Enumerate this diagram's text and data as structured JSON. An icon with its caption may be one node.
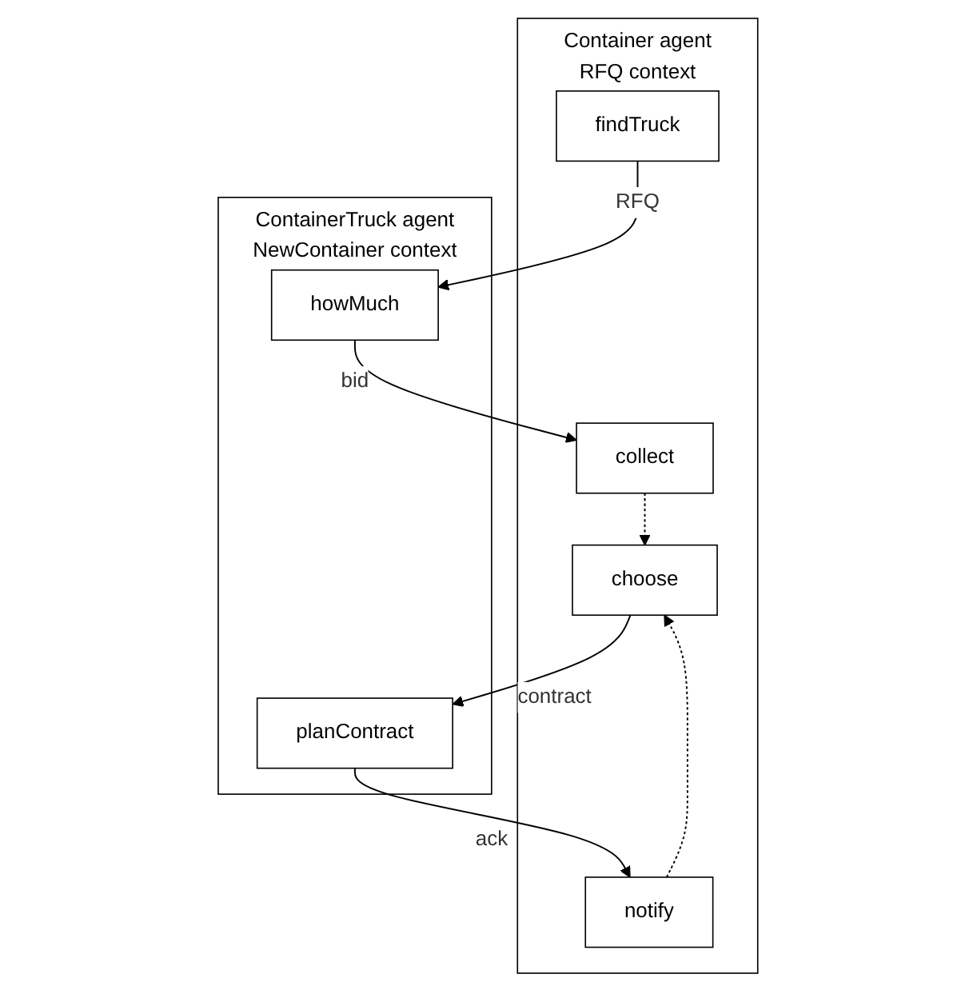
{
  "diagram": {
    "nodes": [
      {
        "text": [
          "Container agent",
          "RFQ context"
        ]
      },
      {
        "text": [
          "findTruck"
        ],
        "in": 0
      },
      {
        "text": [
          "collect"
        ],
        "in": 0
      },
      {
        "text": [
          "choose"
        ],
        "in": 0
      },
      {
        "text": [
          "notify"
        ],
        "in": 0
      },
      {
        "text": [
          "ContainerTruck agent",
          "NewContainer context"
        ]
      },
      {
        "text": [
          "howMuch"
        ],
        "in": 5
      },
      {
        "text": [
          "planContract"
        ],
        "in": 5
      }
    ],
    "edges": [
      {
        "from": 1,
        "to": 6,
        "arrow": "to",
        "label": "RFQ"
      },
      {
        "from": 6,
        "to": 2,
        "arrow": "to",
        "label": "bid"
      },
      {
        "from": 2,
        "to": 3,
        "arrow": "to",
        "style": "dashed"
      },
      {
        "from": 3,
        "to": 7,
        "arrow": "to",
        "label": "contract"
      },
      {
        "from": 7,
        "to": 4,
        "arrow": "to",
        "label": "ack"
      },
      {
        "from": 4,
        "to": 3,
        "arrow": "to",
        "style": "dashed"
      }
    ]
  }
}
